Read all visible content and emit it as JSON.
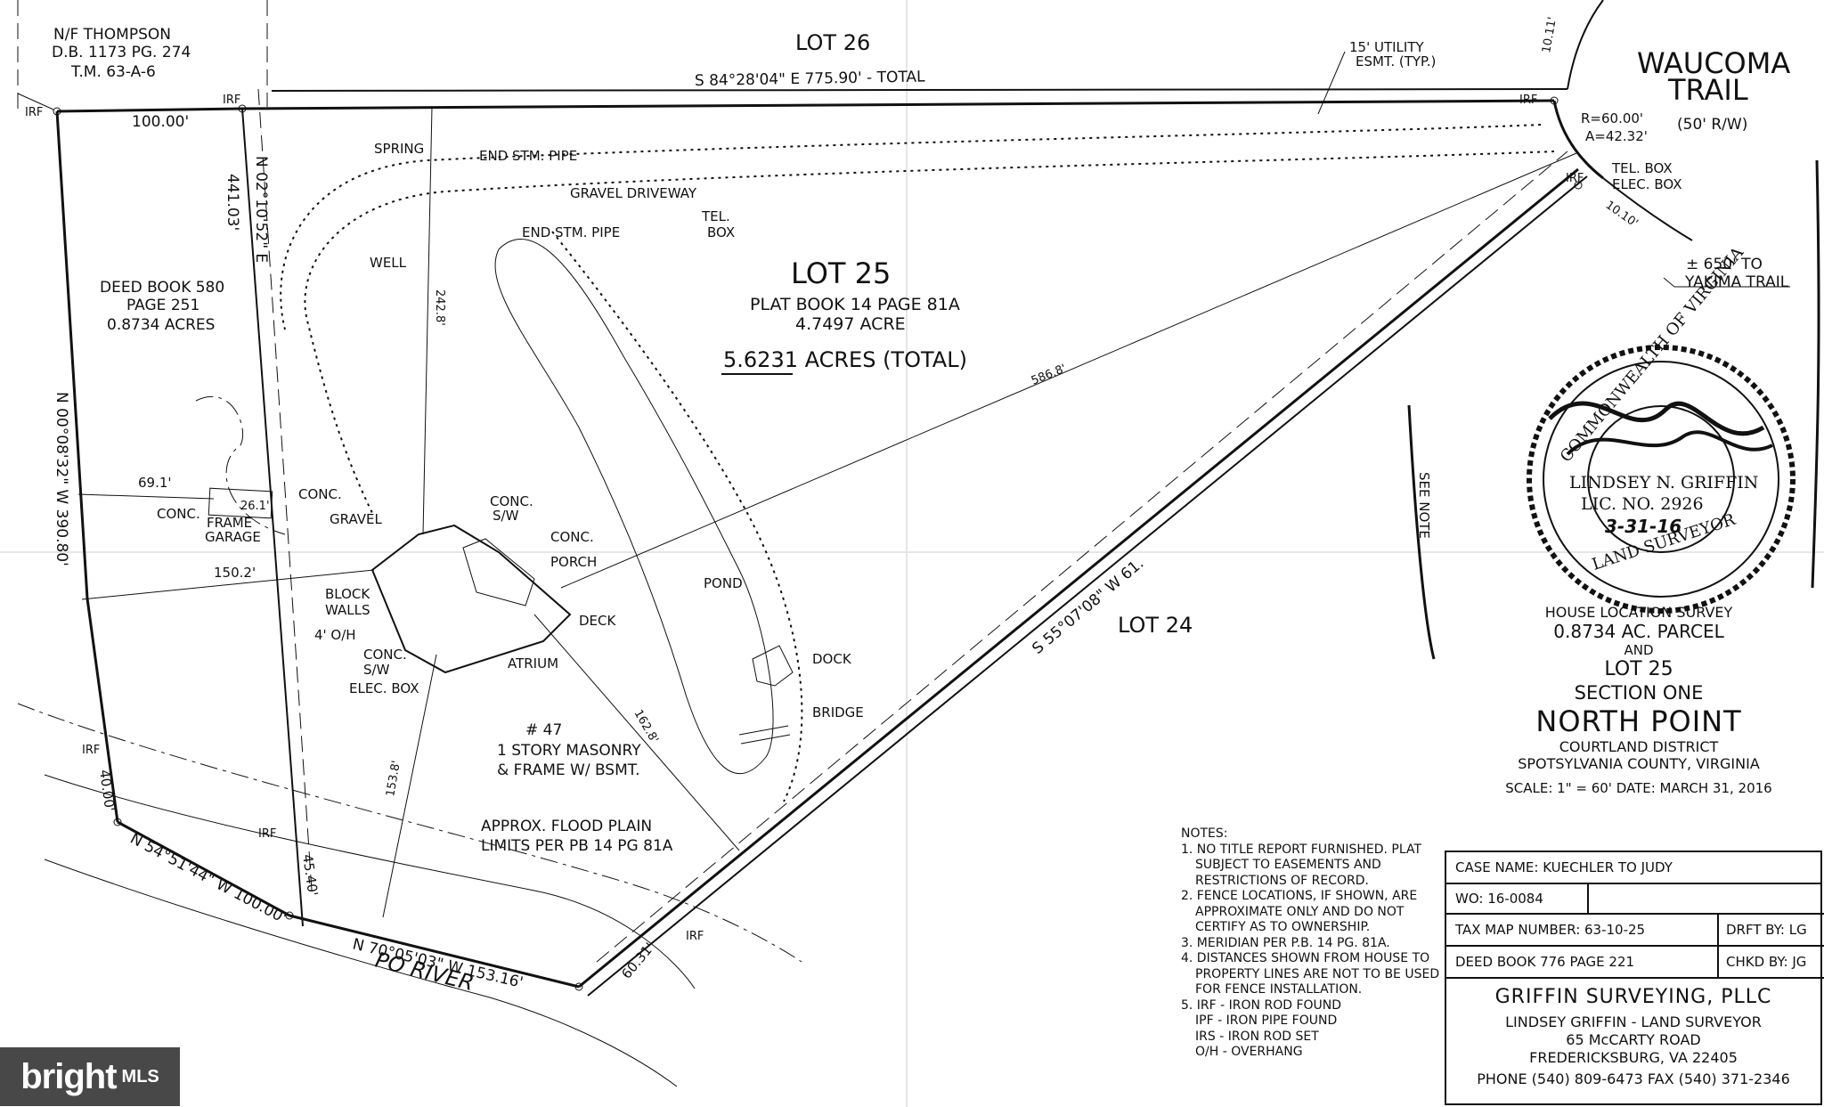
{
  "lots": {
    "lot26": "LOT 26",
    "lot24": "LOT 24",
    "lot25": "LOT 25",
    "lot25_plat": "PLAT BOOK 14 PAGE 81A",
    "lot25_acre": "4.7497 ACRE",
    "total_acres": "5.6231 ACRES (TOTAL)"
  },
  "adjoiner": {
    "line1": "N/F THOMPSON",
    "line2": "D.B. 1173 PG. 274",
    "line3": "T.M. 63-A-6"
  },
  "parcel": {
    "line1": "DEED BOOK 580",
    "line2": "PAGE 251",
    "line3": "0.8734 ACRES"
  },
  "road": {
    "name1": "WAUCOMA",
    "name2": "TRAIL",
    "row": "(50' R/W)",
    "radius": "R=60.00'",
    "arc": "A=42.32'",
    "to_yakima": "± 650' TO",
    "yakima": "YAKIMA TRAIL"
  },
  "bearings": {
    "north_total": "S 84°28'04\" E 775.90' - TOTAL",
    "north_west": "100.00'",
    "divider": "N 02°10'52\" E",
    "divider_dist": "441.03'",
    "west": "N 00°08'32\" W 390.80'",
    "southeast": "S 55°07'08\" W 61.",
    "sw1": "N 54°51'44\" W 100.00'",
    "sw2": "N 70°05'03\" W 153.16'",
    "d40": "40.00'",
    "d4540": "45.40'",
    "d6031": "60.31'",
    "d1011a": "10.11'",
    "d1010": "10.10'",
    "d5868": "586.8'",
    "d2428": "242.8'",
    "d1628": "162.8'",
    "d1538": "153.8'",
    "d691": "69.1'",
    "d1502": "150.2'",
    "d261": "26.1'"
  },
  "features": {
    "utility1": "15' UTILITY",
    "utility2": "ESMT. (TYP.)",
    "irf": "IRF",
    "spring": "SPRING",
    "end_pipe": "END STM. PIPE",
    "driveway": "GRAVEL DRIVEWAY",
    "tel_box": "TEL.",
    "box": "BOX",
    "tel_box2": "TEL. BOX",
    "elec_box": "ELEC. BOX",
    "well": "WELL",
    "conc": "CONC.",
    "sw": "S/W",
    "frame": "FRAME",
    "garage": "GARAGE",
    "gravel": "GRAVEL",
    "block1": "BLOCK",
    "block2": "WALLS",
    "oh": "4' O/H",
    "porch": "PORCH",
    "deck": "DECK",
    "atrium": "ATRIUM",
    "elec_box2": "ELEC. BOX",
    "house_no": "# 47",
    "house1": "1 STORY MASONRY",
    "house2": "& FRAME W/ BSMT.",
    "pond": "POND",
    "dock": "DOCK",
    "bridge": "BRIDGE",
    "flood1": "APPROX. FLOOD PLAIN",
    "flood2": "LIMITS PER PB 14 PG 81A",
    "river": "PO RIVER",
    "see_note": "SEE NOTE"
  },
  "seal": {
    "top": "COMMONWEALTH OF VIRGINIA",
    "name": "LINDSEY N. GRIFFIN",
    "lic": "LIC. NO. 2926",
    "date": "3-31-16",
    "bottom": "LAND SURVEYOR"
  },
  "title": {
    "t1": "HOUSE LOCATION SURVEY",
    "t2": "0.8734 AC. PARCEL",
    "t3": "AND",
    "t4": "LOT 25",
    "t5": "SECTION ONE",
    "t6": "NORTH POINT",
    "t7": "COURTLAND DISTRICT",
    "t8": "SPOTSYLVANIA COUNTY, VIRGINIA",
    "scale": "SCALE: 1\" = 60'   DATE: MARCH 31, 2016"
  },
  "notes": {
    "heading": "NOTES:",
    "items": [
      "1. NO TITLE REPORT FURNISHED. PLAT SUBJECT TO EASEMENTS AND RESTRICTIONS OF RECORD.",
      "2. FENCE LOCATIONS, IF SHOWN, ARE APPROXIMATE ONLY AND DO NOT CERTIFY AS TO OWNERSHIP.",
      "3. MERIDIAN PER P.B. 14 PG. 81A.",
      "4. DISTANCES SHOWN FROM HOUSE TO PROPERTY LINES ARE NOT TO BE USED FOR FENCE INSTALLATION.",
      "5. IRF - IRON ROD FOUND",
      "IPF - IRON PIPE FOUND",
      "IRS - IRON ROD SET",
      "O/H - OVERHANG"
    ]
  },
  "title_block": {
    "case": "CASE NAME: KUECHLER TO JUDY",
    "wo": "WO: 16-0084",
    "tax": "TAX MAP NUMBER: 63-10-25",
    "deed": "DEED BOOK 776 PAGE 221",
    "drft": "DRFT BY: LG",
    "chkd": "CHKD BY: JG",
    "firm": "GRIFFIN SURVEYING, PLLC",
    "surveyor": "LINDSEY GRIFFIN - LAND SURVEYOR",
    "addr1": "65 McCARTY ROAD",
    "addr2": "FREDERICKSBURG, VA 22405",
    "phone": "PHONE (540) 809-6473   FAX (540) 371-2346"
  },
  "watermark": {
    "brand": "bright",
    "mls": "MLS"
  }
}
